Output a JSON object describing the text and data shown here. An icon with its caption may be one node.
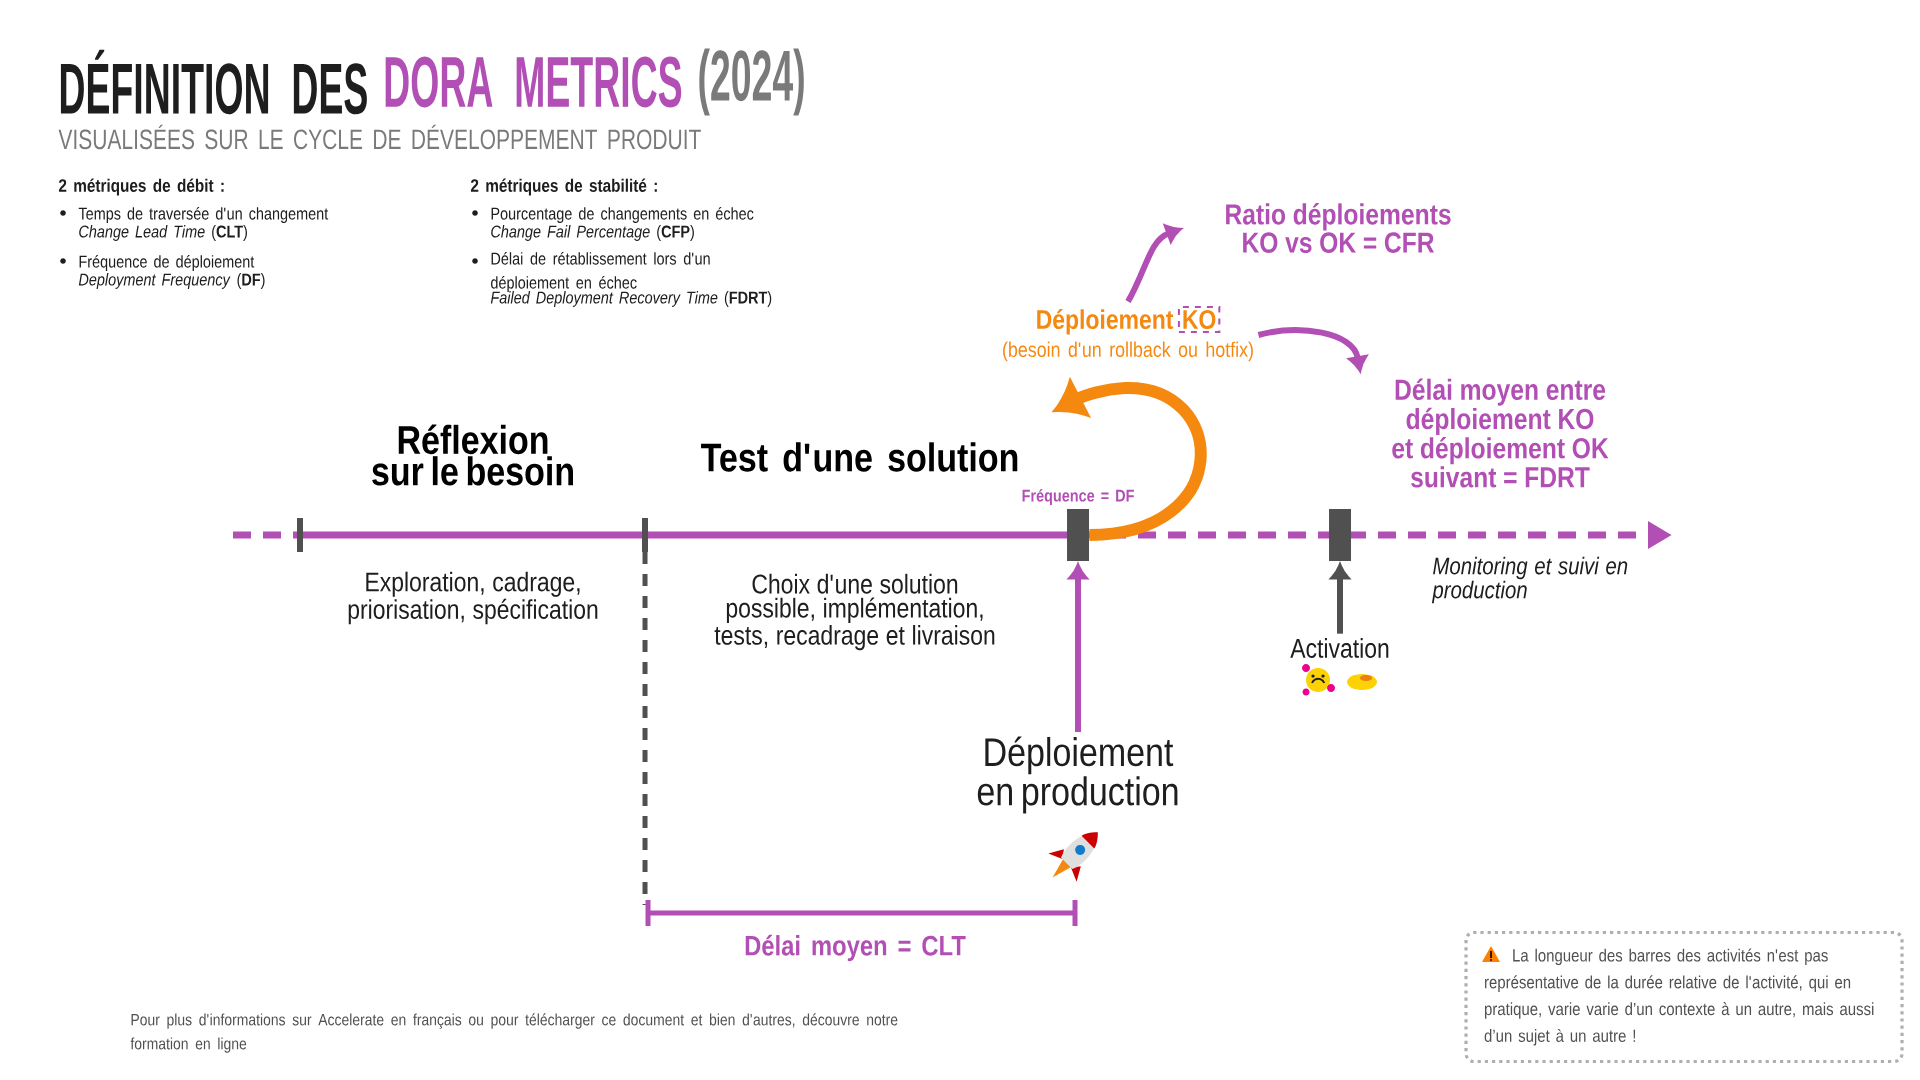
{
  "diagram": {
    "nodes": [
      {
        "text": [
          "Déploiement en production"
        ]
      },
      {
        "text": [],
        "shape": "bar"
      },
      {
        "text": [],
        "shape": "bar"
      },
      {
        "text": [
          "Activation"
        ]
      },
      {
        "text": [
          "Déploiement",
          "KO",
          "(besoin d'un rollback ou hotfix)"
        ]
      },
      {
        "text": [
          "Ratio déploiements KO vs OK = CFR"
        ]
      },
      {
        "text": [
          "Délai moyen entre déploiement KO et déploiement OK suivant = FDRT"
        ]
      },
      {
        "text": [
          "La longueur des barres des activités n'est pas représentative de la durée relative de l'activité, qui en pratique, varie varie d’un contexte à un autre, mais aussi d’un sujet à un autre !"
        ]
      }
    ],
    "edges": [
      {
        "from": 0,
        "to": 1,
        "arrow": "to"
      },
      {
        "from": 3,
        "to": 2,
        "arrow": "to",
        "color": "#505050"
      },
      {
        "from": 4,
        "to": 5,
        "arrow": "to"
      },
      {
        "from": 4,
        "to": 6,
        "arrow": "to"
      },
      {
        "from": 1,
        "to": null,
        "arrow": "to",
        "style": "thick",
        "color": "#f5880f"
      }
    ],
    "labels": [
      "DÉFINITION DES",
      "DORA METRICS",
      "(2024)",
      "VISUALISÉES SUR LE CYCLE DE DÉVELOPPEMENT PRODUIT",
      "2 métriques de débit :",
      "2 métriques de stabilité :",
      "Temps de traversée d'un changement",
      "*Change Lead Time* (**CLT**)",
      "Pourcentage de changements en échec",
      "*Change Fail Percentage* (**CFP**)",
      "Fréquence de déploiement",
      "*Deployment Frequency* (**DF**)",
      "Délai de rétablissement lors d'un déploiement en échec",
      "*Failed Deployment Recovery Time* (**FDRT**)",
      "Réflexion sur le besoin",
      "Test d'une solution",
      "Fréquence = DF",
      "Exploration, cadrage, priorisation, spécification",
      "Choix d'une solution possible, implémentation, tests, recadrage et livraison",
      "Monitoring et suivi en production",
      "Délai moyen = CLT",
      "Pour plus d'informations sur Accelerate en français ou pour télécharger ce document et bien d'autres, découvre notre formation en ligne"
    ]
  }
}
